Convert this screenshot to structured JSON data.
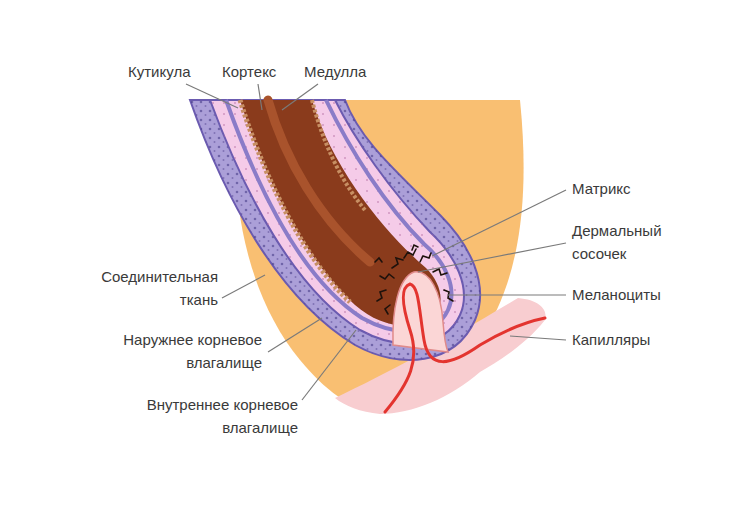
{
  "diagram": {
    "labels": [
      "Кутикула",
      "Кортекс",
      "Медулла",
      "Матрикс",
      "Дермальный сосочек",
      "Меланоциты",
      "Капилляры",
      "Соединительная ткань",
      "Наружнее корневое влагалище",
      "Внутреннее корневое влагалище"
    ]
  }
}
